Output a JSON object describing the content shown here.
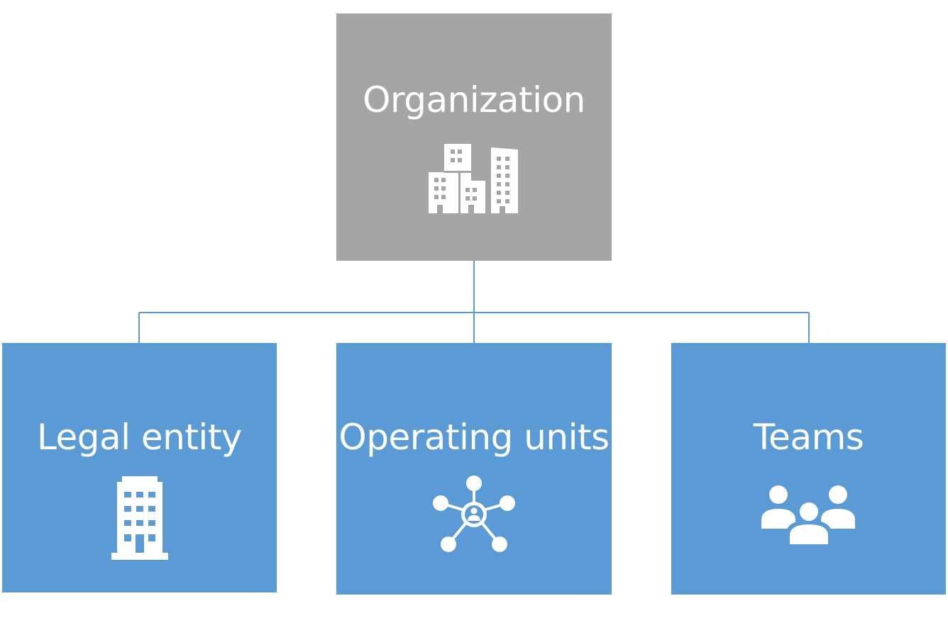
{
  "diagram": {
    "root": {
      "label": "Organization",
      "icon": "office-buildings-icon",
      "color": "#a5a5a5"
    },
    "children": [
      {
        "label": "Legal entity",
        "icon": "office-building-icon",
        "color": "#5b9bd5"
      },
      {
        "label": "Operating units",
        "icon": "network-hub-icon",
        "color": "#5b9bd5"
      },
      {
        "label": "Teams",
        "icon": "people-group-icon",
        "color": "#5b9bd5"
      }
    ],
    "connector_color": "#5b9bd5"
  }
}
